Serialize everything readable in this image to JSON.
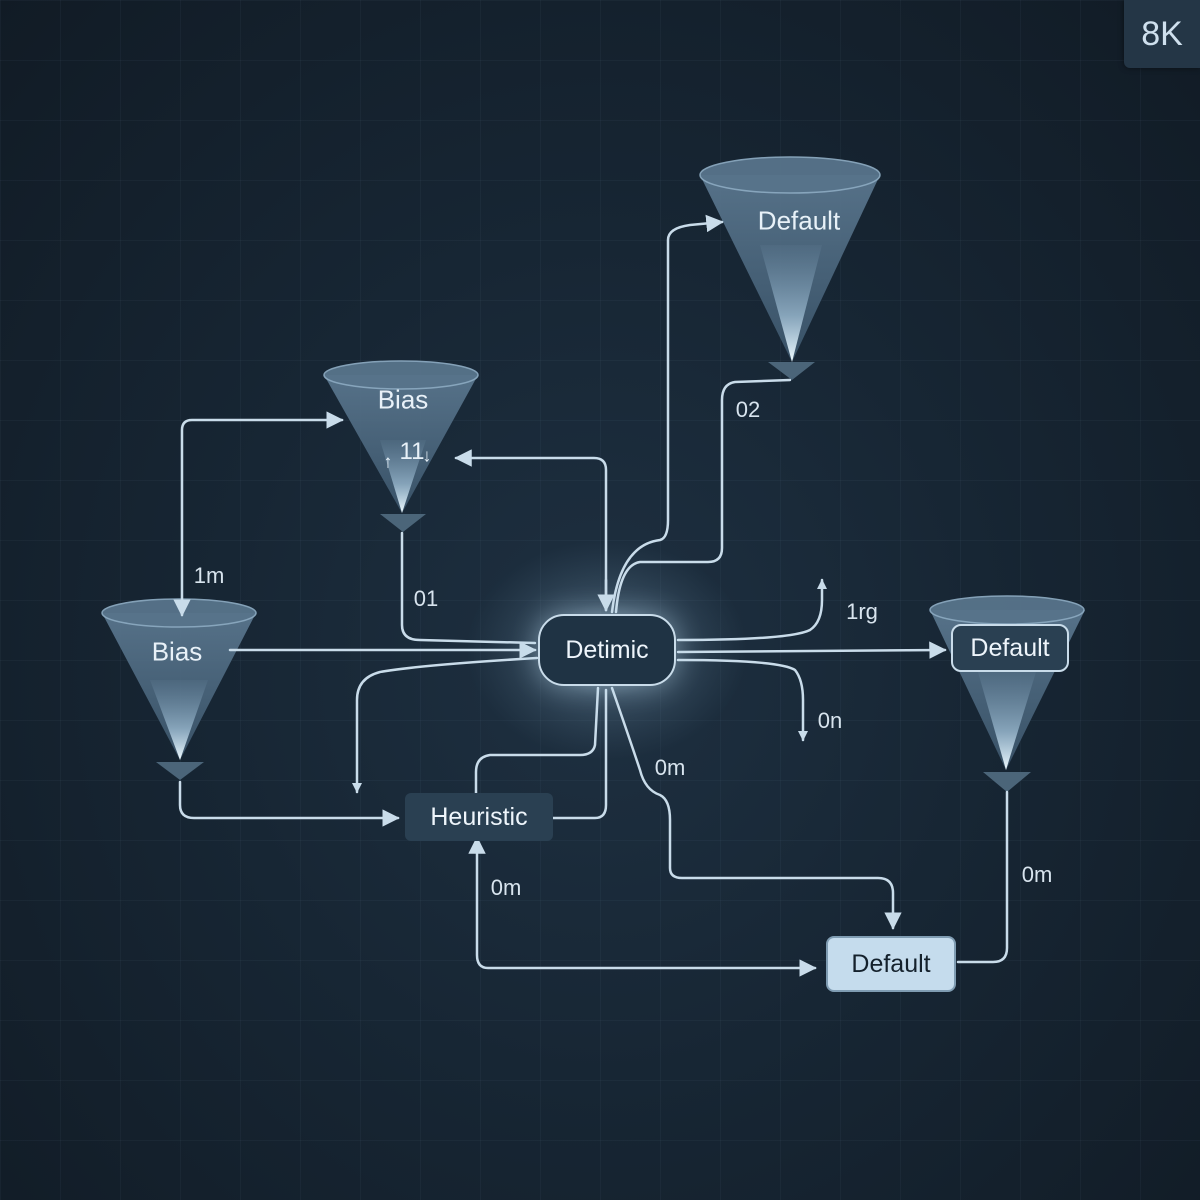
{
  "badge": {
    "text": "8K"
  },
  "colors": {
    "background": "#172634",
    "line": "#c9dcea",
    "funnel": "#6b8aa3",
    "funnel_glow": "#dff2ff",
    "central_node_fill": "#1f3344",
    "light_box_fill": "#c5dced",
    "dark_box_fill": "#2a4052"
  },
  "nodes": {
    "bias_top": {
      "label": "Bias",
      "sublabel": "11",
      "arrows": "↑ ↓"
    },
    "bias_left": {
      "label": "Bias"
    },
    "default_top": {
      "label": "Default"
    },
    "default_right": {
      "label": "Default"
    },
    "central": {
      "label": "Detimic"
    },
    "heuristic": {
      "label": "Heuristic"
    },
    "default_bottom": {
      "label": "Default"
    }
  },
  "edge_labels": {
    "bias_left_to_bias_top": "1m",
    "bias_top_to_central": "01",
    "default_top_to_central": "02",
    "central_up_branch": "1rg",
    "central_down_branch": "0n",
    "central_to_default_bottom": "0m",
    "default_bottom_to_heuristic": "0m",
    "default_right_to_default_bottom": "0m"
  }
}
